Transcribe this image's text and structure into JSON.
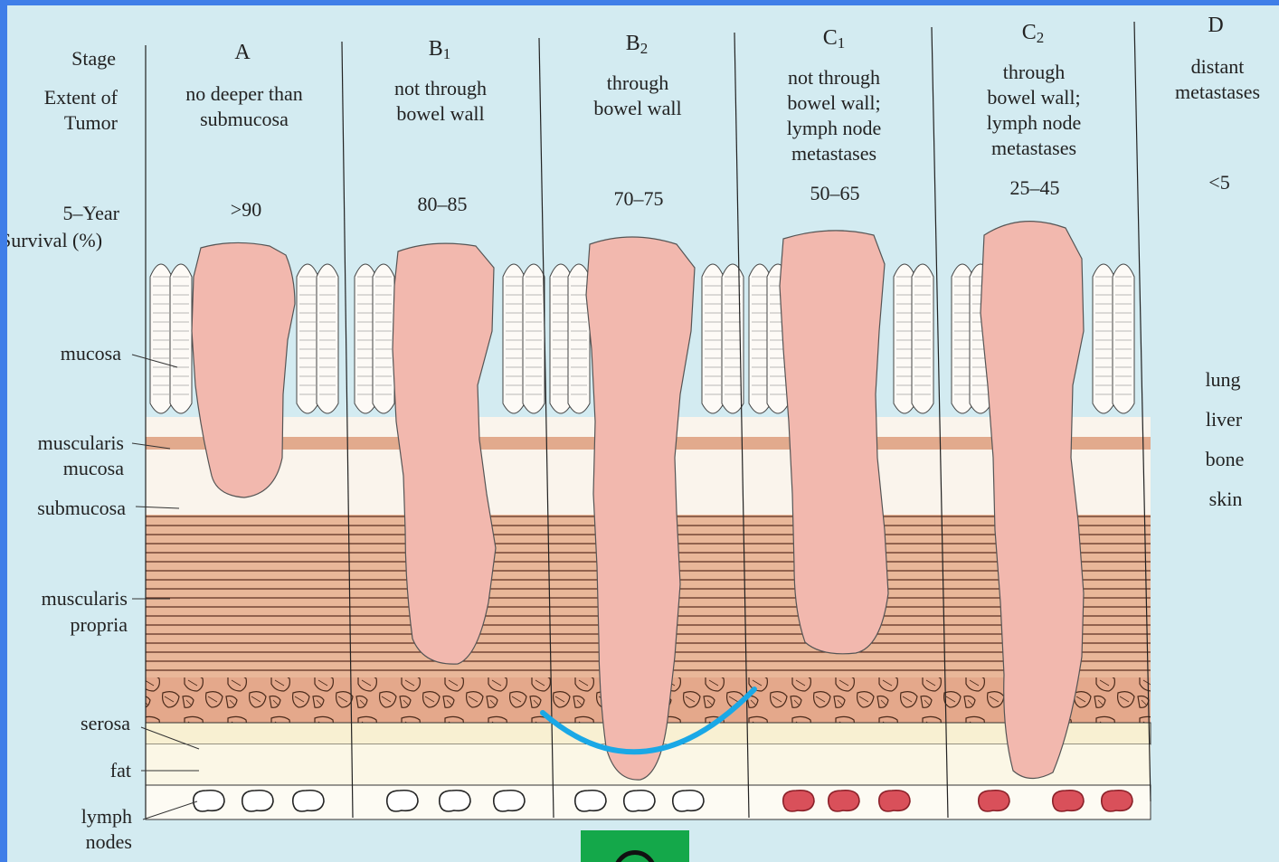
{
  "row_labels": {
    "stage": "Stage",
    "extent_line1": "Extent of",
    "extent_line2": "Tumor",
    "survival_line1": "5–Year",
    "survival_line2": "Survival (%)"
  },
  "stages": [
    {
      "letter": "A",
      "sub": "",
      "extent": [
        "no deeper than",
        "submucosa"
      ],
      "survival": ">90"
    },
    {
      "letter": "B",
      "sub": "1",
      "extent": [
        "not through",
        "bowel wall"
      ],
      "survival": "80–85"
    },
    {
      "letter": "B",
      "sub": "2",
      "extent": [
        "through",
        "bowel wall"
      ],
      "survival": "70–75"
    },
    {
      "letter": "C",
      "sub": "1",
      "extent": [
        "not through",
        "bowel wall;",
        "lymph node",
        "metastases"
      ],
      "survival": "50–65"
    },
    {
      "letter": "C",
      "sub": "2",
      "extent": [
        "through",
        "bowel wall;",
        "lymph node",
        "metastases"
      ],
      "survival": "25–45"
    },
    {
      "letter": "D",
      "sub": "",
      "extent": [
        "distant",
        "metastases"
      ],
      "survival": "<5"
    }
  ],
  "layers": {
    "mucosa": "mucosa",
    "muscularis_mucosa_1": "muscularis",
    "muscularis_mucosa_2": "mucosa",
    "submucosa": "submucosa",
    "muscularis_propria_1": "muscularis",
    "muscularis_propria_2": "propria",
    "serosa": "serosa",
    "fat": "fat",
    "lymph_1": "lymph",
    "lymph_2": "nodes"
  },
  "metastasis_sites": [
    "lung",
    "liver",
    "bone",
    "skin"
  ],
  "colors": {
    "background": "#d3ebf1",
    "frame": "#3f7ee8",
    "tumor": "#f2b8ae",
    "muscle": "#e9b799",
    "lymph_positive": "#d9505a",
    "highlight_arc": "#1aa8e6",
    "green_box": "#14a84a"
  }
}
